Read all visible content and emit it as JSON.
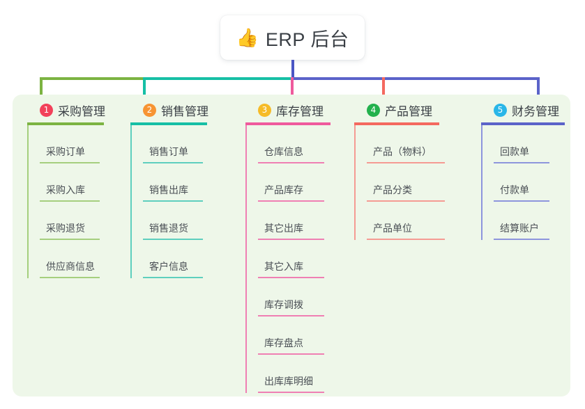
{
  "root": {
    "icon": "thumbs-up-icon",
    "icon_glyph": "👍",
    "title": "ERP 后台"
  },
  "panel": {
    "background": "#eef7e9"
  },
  "connectors": {
    "stem_color": "#4a56c4",
    "bus_segments": [
      {
        "name": "bus-green",
        "color": "#7cb342"
      },
      {
        "name": "bus-teal",
        "color": "#16bfa5"
      },
      {
        "name": "bus-blue",
        "color": "#5b63c9"
      }
    ]
  },
  "columns": [
    {
      "number": "1",
      "title": "采购管理",
      "badge_color": "#f2415a",
      "rule_color": "#7cb342",
      "line_color": "#a5cf7e",
      "rule_width": 110,
      "leaf_rule_width": 86,
      "items": [
        {
          "label": "采购订单"
        },
        {
          "label": "采购入库"
        },
        {
          "label": "采购退货"
        },
        {
          "label": "供应商信息"
        }
      ]
    },
    {
      "number": "2",
      "title": "销售管理",
      "badge_color": "#f79433",
      "rule_color": "#16bfa5",
      "line_color": "#5ecfbe",
      "rule_width": 110,
      "leaf_rule_width": 86,
      "items": [
        {
          "label": "销售订单"
        },
        {
          "label": "销售出库"
        },
        {
          "label": "销售退货"
        },
        {
          "label": "客户信息"
        }
      ]
    },
    {
      "number": "3",
      "title": "库存管理",
      "badge_color": "#f6bb27",
      "rule_color": "#ef5a9d",
      "line_color": "#ef7fb3",
      "rule_width": 122,
      "leaf_rule_width": 95,
      "items": [
        {
          "label": "仓库信息"
        },
        {
          "label": "产品库存"
        },
        {
          "label": "其它出库"
        },
        {
          "label": "其它入库"
        },
        {
          "label": "库存调拨"
        },
        {
          "label": "库存盘点"
        },
        {
          "label": "出库库明细"
        }
      ]
    },
    {
      "number": "4",
      "title": "产品管理",
      "badge_color": "#23b14d",
      "rule_color": "#f4695f",
      "line_color": "#f59b93",
      "rule_width": 122,
      "leaf_rule_width": 112,
      "items": [
        {
          "label": "产品（物料）"
        },
        {
          "label": "产品分类"
        },
        {
          "label": "产品单位"
        }
      ]
    },
    {
      "number": "5",
      "title": "财务管理",
      "badge_color": "#29b6e8",
      "rule_color": "#5b63c9",
      "line_color": "#8d95dd",
      "rule_width": 120,
      "leaf_rule_width": 80,
      "items": [
        {
          "label": "回款单"
        },
        {
          "label": "付款单"
        },
        {
          "label": "结算账户"
        }
      ]
    }
  ]
}
